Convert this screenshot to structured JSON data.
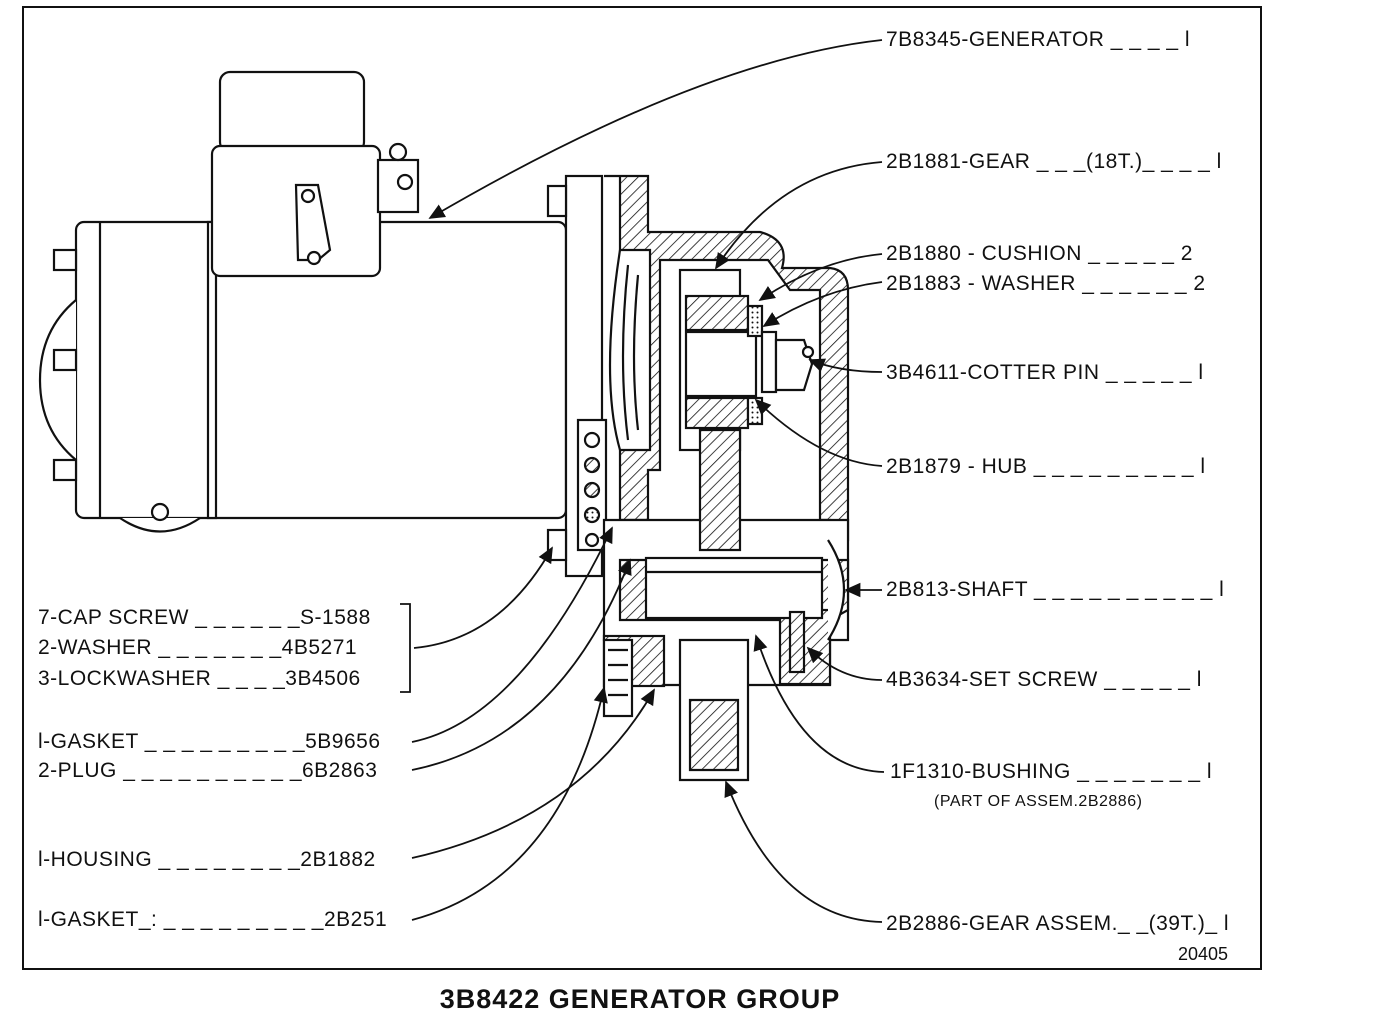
{
  "callouts_right": [
    {
      "text": "7B8345-GENERATOR _ _ _ _ l"
    },
    {
      "text": "2B1881-GEAR _ _ _(18T.)_ _ _ _ l"
    },
    {
      "text": "2B1880 - CUSHION _ _ _ _ _ 2"
    },
    {
      "text": "2B1883 - WASHER _ _ _ _ _ _ 2"
    },
    {
      "text": "3B4611-COTTER PIN _ _ _ _ _ l"
    },
    {
      "text": "2B1879 - HUB _ _ _ _ _ _ _ _ _ l"
    },
    {
      "text": "2B813-SHAFT _ _ _ _ _ _ _ _ _ _ l"
    },
    {
      "text": "4B3634-SET SCREW _ _ _ _ _ l"
    },
    {
      "text": "1F1310-BUSHING _ _ _ _ _ _ _ l"
    },
    {
      "text": "(PART OF ASSEM.2B2886)"
    },
    {
      "text": "2B2886-GEAR ASSEM._ _(39T.)_ l"
    }
  ],
  "callouts_left": [
    {
      "text": "7-CAP SCREW _ _ _ _ _ _S-1588"
    },
    {
      "text": "2-WASHER _ _ _ _ _ _ _4B5271"
    },
    {
      "text": "3-LOCKWASHER _ _ _ _3B4506"
    },
    {
      "text": "l-GASKET _ _ _ _ _ _ _ _ _5B9656"
    },
    {
      "text": "2-PLUG _ _ _ _ _ _ _ _ _ _6B2863"
    },
    {
      "text": "l-HOUSING _ _ _ _ _ _ _ _2B1882"
    },
    {
      "text": "l-GASKET_: _ _ _ _ _ _ _ _ _2B251"
    }
  ],
  "figure_number": "20405",
  "title": "3B8422 GENERATOR GROUP",
  "subtitle": "",
  "colors": {
    "ink": "#111111",
    "paper": "#ffffff"
  }
}
